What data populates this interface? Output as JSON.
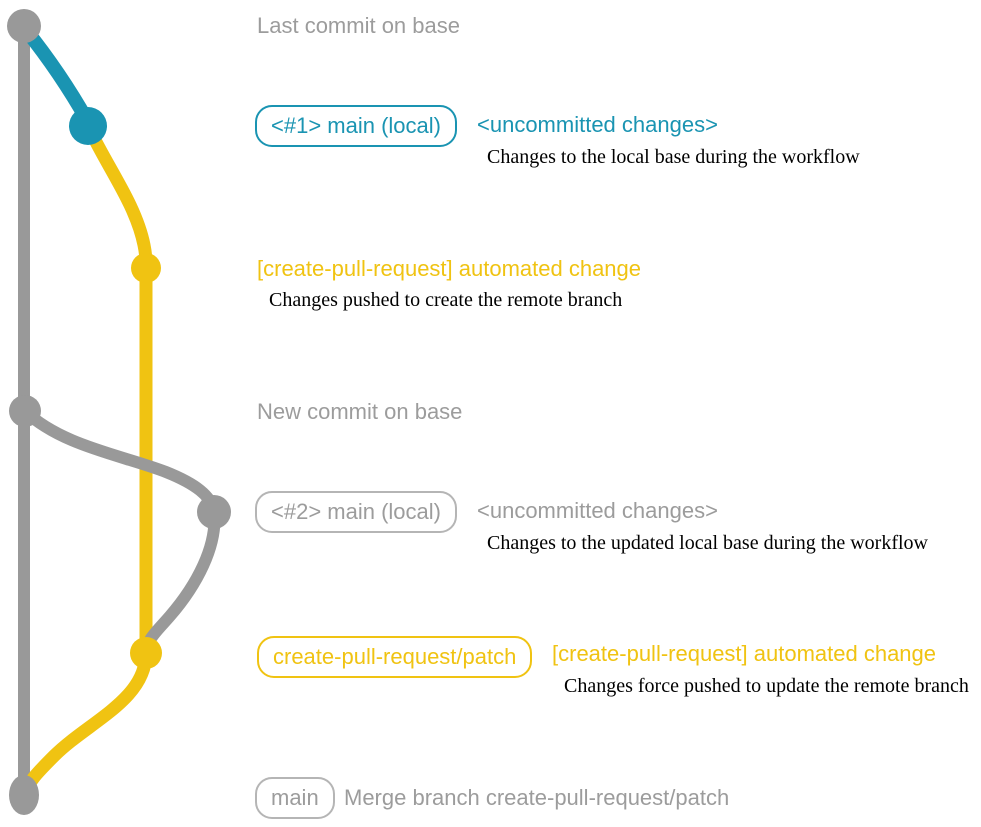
{
  "colors": {
    "gray": "#999999",
    "gray_text": "#9C9C9C",
    "gray_border": "#B5B5B5",
    "blue": "#1A94B2",
    "yellow": "#F0C312",
    "black": "#000000"
  },
  "graph": {
    "nodes": [
      {
        "id": "last-commit-on-base",
        "color": "gray"
      },
      {
        "id": "main-local-1",
        "color": "blue"
      },
      {
        "id": "automated-change-1",
        "color": "yellow"
      },
      {
        "id": "new-commit-on-base",
        "color": "gray"
      },
      {
        "id": "main-local-2",
        "color": "gray"
      },
      {
        "id": "automated-change-2",
        "color": "yellow"
      },
      {
        "id": "merge-commit",
        "color": "gray"
      }
    ]
  },
  "annotations": {
    "last_commit_label": "Last commit on base",
    "section1": {
      "badge": "<#1> main (local)",
      "title": "<uncommitted changes>",
      "description": "Changes to the local base during the workflow"
    },
    "section2": {
      "title": "[create-pull-request] automated change",
      "description": "Changes pushed to create the remote branch"
    },
    "new_commit_label": "New commit on base",
    "section3": {
      "badge": "<#2> main (local)",
      "title": "<uncommitted changes>",
      "description": "Changes to the updated local base during the workflow"
    },
    "section4": {
      "badge": "create-pull-request/patch",
      "title": "[create-pull-request] automated change",
      "description": "Changes force pushed to update the remote branch"
    },
    "section5": {
      "badge": "main",
      "message": "Merge branch create-pull-request/patch"
    }
  }
}
